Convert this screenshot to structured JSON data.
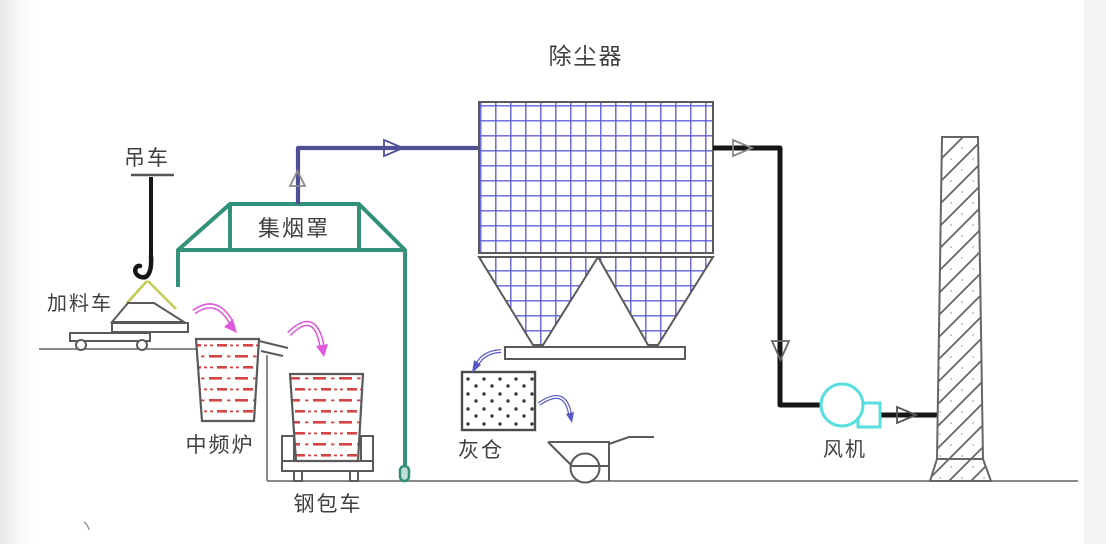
{
  "diagram": {
    "labels": {
      "dust_collector": "除尘器",
      "crane": "吊车",
      "charging_car": "加料车",
      "fume_hood": "集烟罩",
      "furnace": "中频炉",
      "ladle_car": "钢包车",
      "ash_bin": "灰仓",
      "fan": "风机"
    },
    "colors": {
      "hood_teal": "#349179",
      "inlet_duct_blue": "#504f96",
      "main_duct_black": "#161616",
      "filter_grid_blue": "#6060d8",
      "fan_cyan": "#58dede",
      "transfer_arrow_pink": "#e158dc",
      "ash_arrow_blue": "#5858c8",
      "molten_metal_red": "#d64545",
      "sling_yellow": "#c3ca54",
      "outline_gray": "#5a5a5a",
      "ground_gray": "#8a8a8a",
      "hollow_arrow_gray": "#888888",
      "label_text": "#3f3f3f"
    }
  }
}
